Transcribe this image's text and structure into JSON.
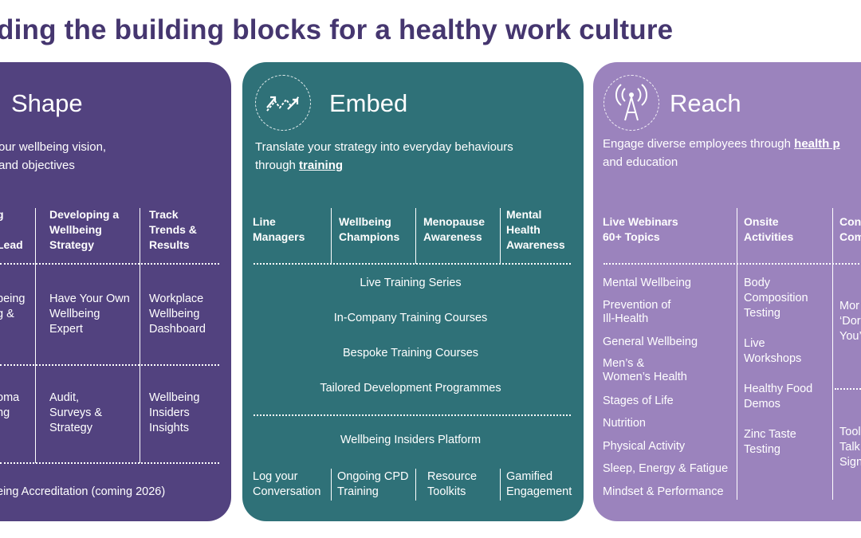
{
  "heading": "ding the building blocks for a healthy work culture",
  "shape": {
    "title": "Shape",
    "desc_line1": "our wellbeing vision,",
    "desc_line2": "and objectives",
    "headers": [
      {
        "label": "g\n\nLead"
      },
      {
        "label": "Developing a\nWellbeing\nStrategy"
      },
      {
        "label": "Track\nTrends &\nResults"
      }
    ],
    "row1": [
      "being\ng &",
      "Have Your Own\nWellbeing\nExpert",
      "Workplace\nWellbeing\nDashboard"
    ],
    "row2": [
      "oma\nng",
      "Audit,\nSurveys &\nStrategy",
      "Wellbeing\nInsiders\nInsights"
    ],
    "footer": "eing Accreditation (coming 2026)"
  },
  "embed": {
    "title": "Embed",
    "icon": "trend-arrows-icon",
    "desc_line1": "Translate your strategy into everyday behaviours",
    "desc_prefix": "through ",
    "desc_link": "training",
    "headers": [
      "Line\nManagers",
      "Wellbeing\nChampions",
      "Menopause\nAwareness",
      "Mental\nHealth\nAwareness"
    ],
    "programmes": [
      "Live Training Series",
      "In-Company Training Courses",
      "Bespoke Training Courses",
      "Tailored Development Programmes"
    ],
    "platform": "Wellbeing Insiders Platform",
    "features": [
      "Log your\nConversation",
      "Ongoing CPD\nTraining",
      "Resource\nToolkits",
      "Gamified\nEngagement"
    ]
  },
  "reach": {
    "title": "Reach",
    "icon": "broadcast-tower-icon",
    "desc_prefix": "Engage diverse employees through ",
    "desc_link": "health p",
    "desc_line2": "and education",
    "headers": [
      "Live Webinars\n60+ Topics",
      "Onsite\nActivities",
      "Con\nCom"
    ],
    "webinars": [
      "Mental Wellbeing",
      "Prevention of\nIll-Health",
      "General Wellbeing",
      "Men’s &\nWomen’s Health",
      "Stages of Life",
      "Nutrition",
      "Physical Activity",
      "Sleep, Energy & Fatigue",
      "Mindset & Performance"
    ],
    "onsite": [
      "Body\nComposition\nTesting",
      "Live\nWorkshops",
      "Healthy Food\nDemos",
      "Zinc Taste\nTesting"
    ],
    "col3_top": "Mor\n‘Dor\nYou’",
    "col3_bottom": "Tool\nTalk\nSign"
  }
}
